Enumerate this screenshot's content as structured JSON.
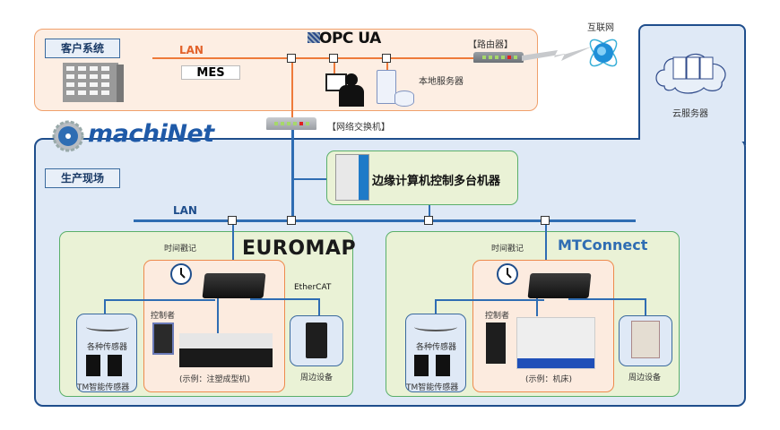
{
  "client_system": {
    "title": "客户系统",
    "lan_label": "LAN",
    "mes_label": "MES",
    "opc_logo": "OPC UA",
    "router_label": "【路由器】",
    "local_server_label": "本地服务器",
    "switch_label": "【网络交换机】",
    "icons": [
      "building-icon",
      "operator-workstation-icon",
      "server-database-icon",
      "router-icon",
      "network-switch-icon"
    ]
  },
  "internet": {
    "label": "互联网",
    "icon": "globe-atom-icon"
  },
  "cloud": {
    "label": "云服务器",
    "icon": "cloud-servers-icon"
  },
  "machinet": {
    "logo_text": "machiNet",
    "site_label": "生产现场",
    "lan_label": "LAN",
    "edge_label": "边缘计算机控制多台机器",
    "groups": [
      {
        "protocol": "EUROMAP",
        "sub_protocol": "EtherCAT",
        "timestamp_label": "时间戳记",
        "controller_label": "控制者",
        "machine_caption": "(示例：注塑成型机)",
        "sensors_label": "各种传感器",
        "tm_sensors_label": "TM智能传感器",
        "peripheral_label": "周边设备"
      },
      {
        "protocol": "MTConnect",
        "timestamp_label": "时间戳记",
        "controller_label": "控制者",
        "machine_caption": "(示例：机床)",
        "sensors_label": "各种传感器",
        "tm_sensors_label": "TM智能传感器",
        "peripheral_label": "周边设备"
      }
    ]
  },
  "colors": {
    "orange": "#ee7a3a",
    "blue": "#2f6db3",
    "navy": "#1f4e8c",
    "green": "#5aaf6a"
  }
}
